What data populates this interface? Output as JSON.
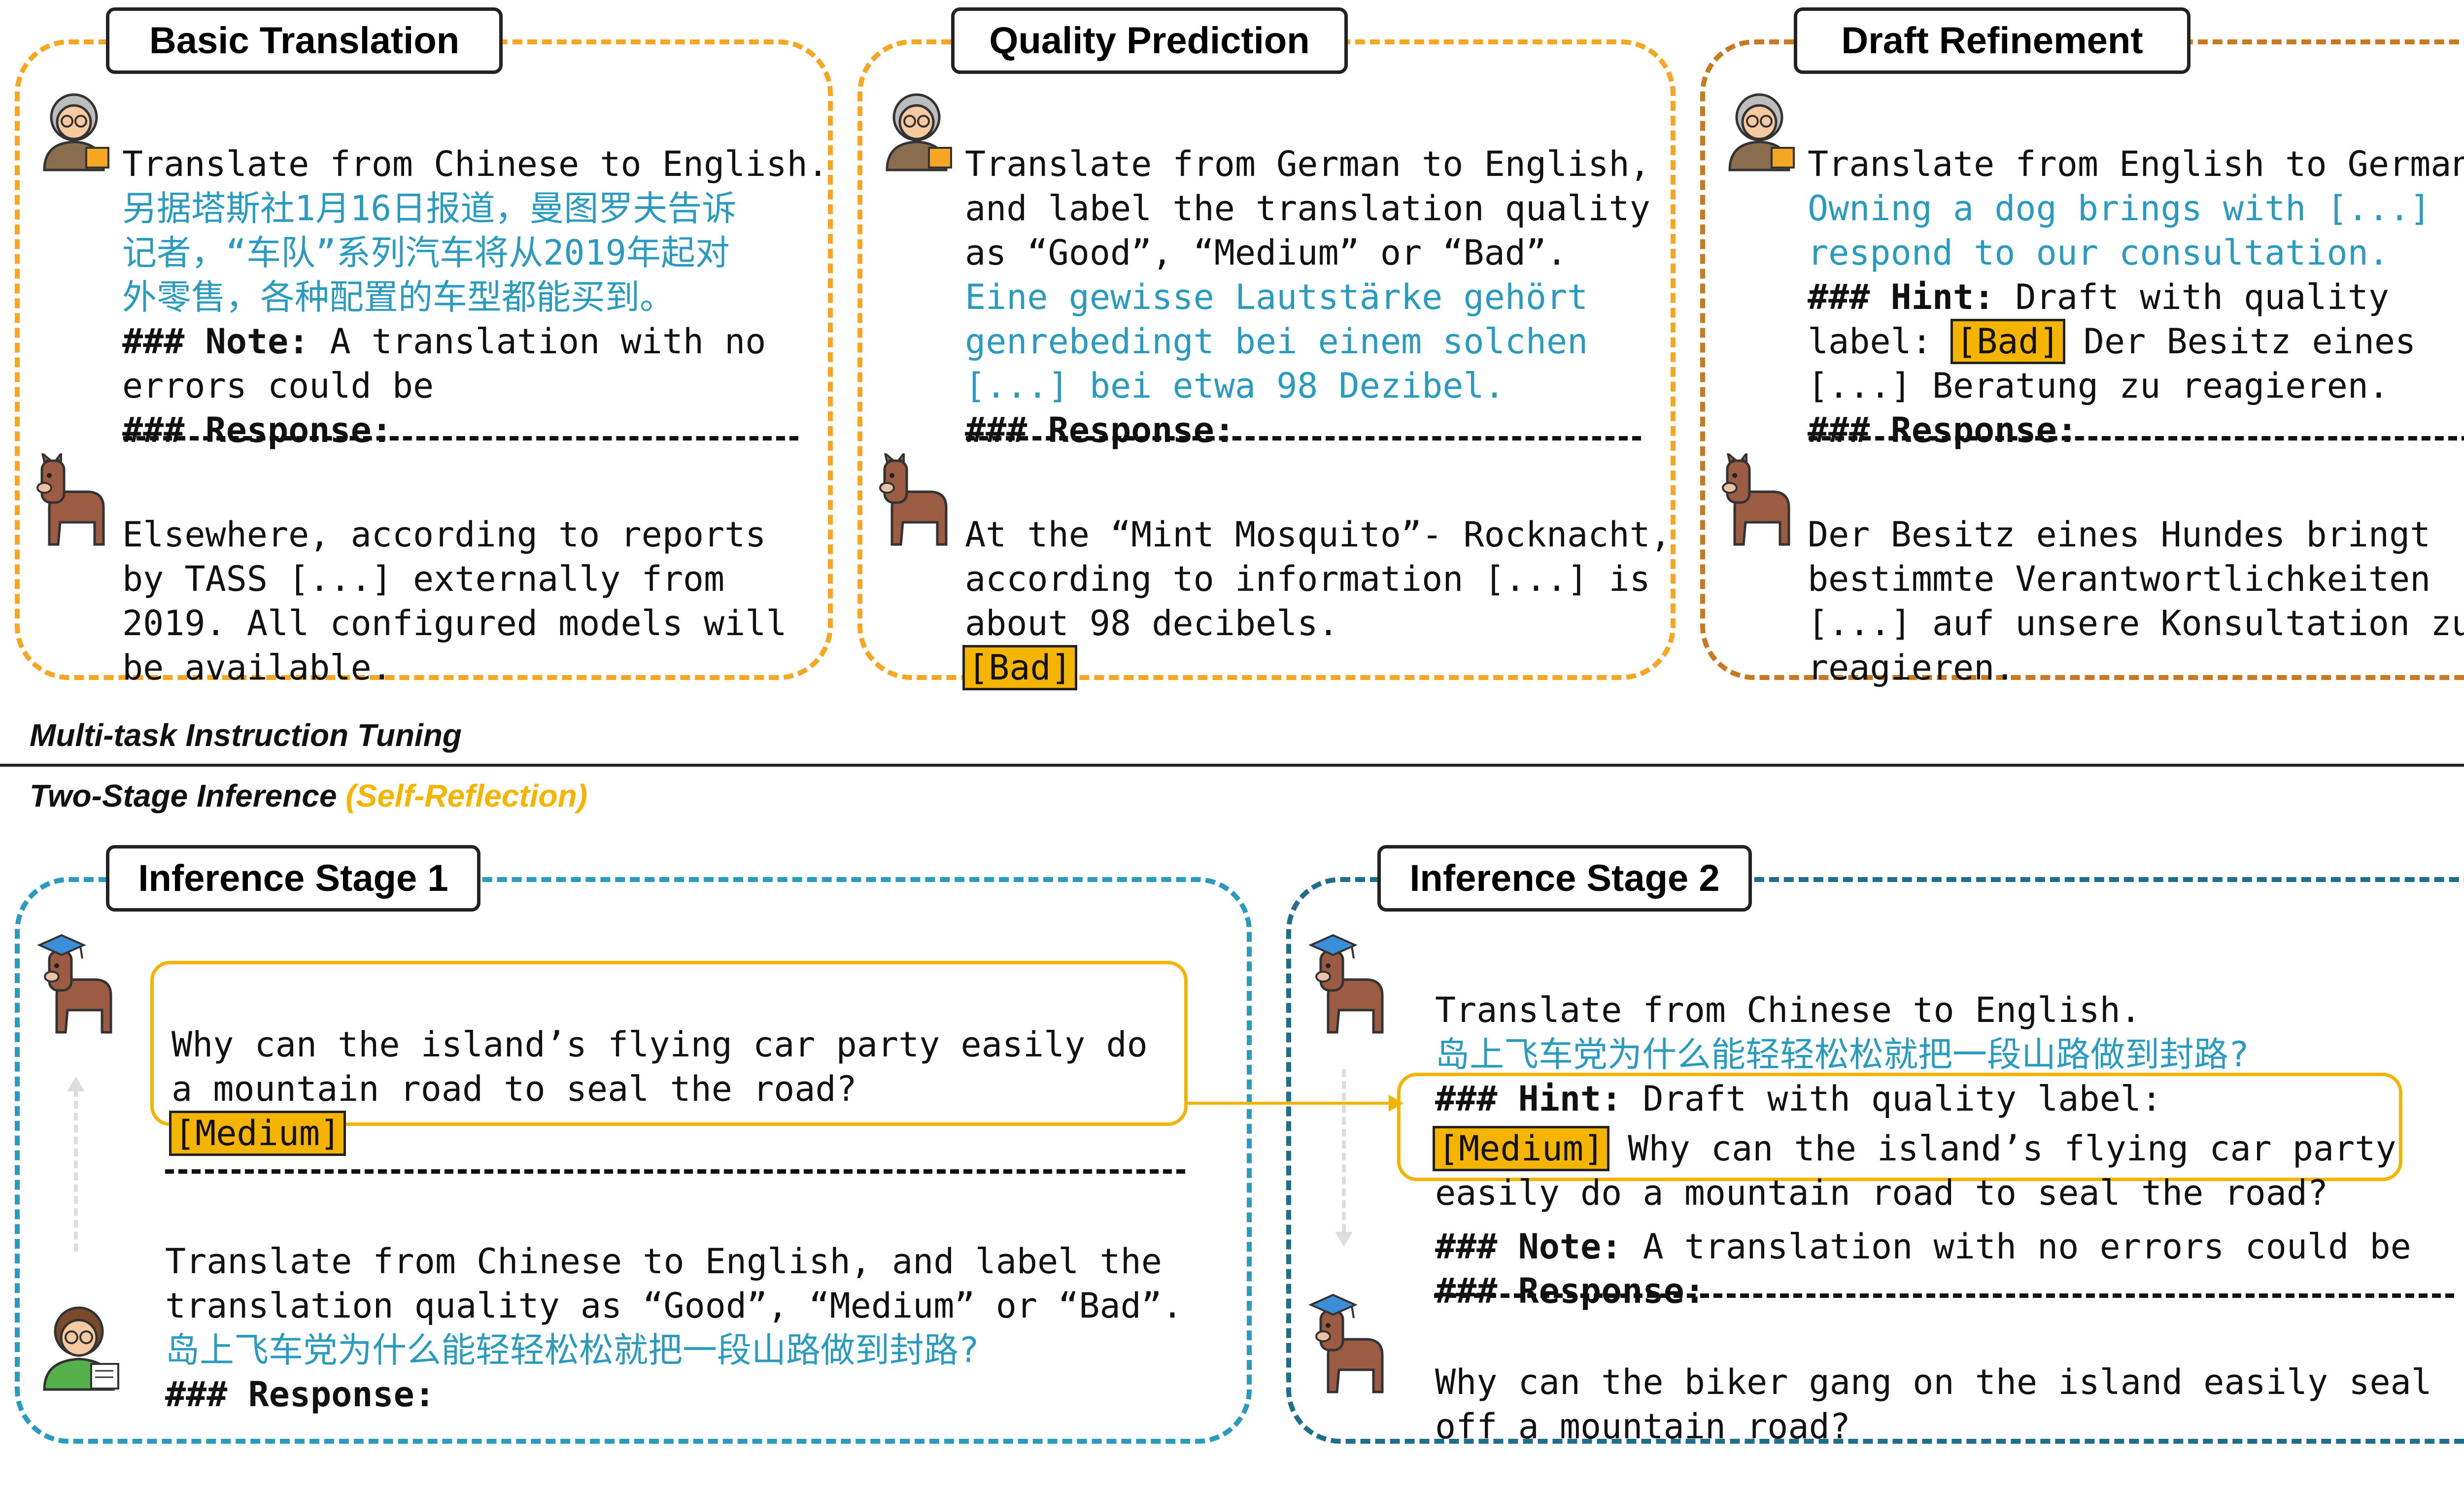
{
  "panels": {
    "basic": {
      "title": "Basic Translation",
      "prompt_line1": "Translate from Chinese to English.",
      "source_l1": "另据塔斯社1月16日报道，曼图罗夫告诉",
      "source_l2": "记者，“车队”系列汽车将从2019年起对",
      "source_l3": "外零售，各种配置的车型都能买到。",
      "note_key": "### Note:",
      "note_val_l1": " A translation with no",
      "note_val_l2": "errors could be",
      "response": "### Response:",
      "out_l1": "Elsewhere, according to reports",
      "out_l2": "by TASS [...] externally from",
      "out_l3": "2019. All configured models will",
      "out_l4": "be available."
    },
    "quality": {
      "title": "Quality Prediction",
      "prompt_l1": "Translate from German to English,",
      "prompt_l2": "and label the translation quality",
      "prompt_l3": "as “Good”, “Medium” or “Bad”.",
      "source_l1": "Eine gewisse Lautstärke gehört",
      "source_l2": "genrebedingt bei einem solchen",
      "source_l3": "[...] bei etwa 98 Dezibel.",
      "response": "### Response:",
      "out_l1": "At the “Mint Mosquito”- Rocknacht,",
      "out_l2": "according to information [...] is",
      "out_l3": "about 98 decibels.",
      "out_label": "[Bad]"
    },
    "draft": {
      "title": "Draft Refinement",
      "prompt_l1": "Translate from English to German.",
      "source_l1": "Owning a dog brings with [...]",
      "source_l2": "respond to our consultation.",
      "hint_key": "### Hint:",
      "hint_val": " Draft with quality",
      "label_prefix": "label: ",
      "label_tag": "[Bad]",
      "label_suffix": " Der Besitz eines",
      "draft_l2": "[...] Beratung zu reagieren.",
      "response": "### Response:",
      "out_l1": "Der Besitz eines Hundes bringt",
      "out_l2": "bestimmte Verantwortlichkeiten",
      "out_l3": "[...] auf unsere Konsultation zu",
      "out_l4": "reagieren."
    },
    "stage1": {
      "title": "Inference Stage 1",
      "out_l1": "Why can the island’s flying car party easily do",
      "out_l2": "a mountain road to seal the road?",
      "out_label": "[Medium]",
      "prompt_l1": "Translate from Chinese to English, and label the",
      "prompt_l2": "translation quality as “Good”, “Medium” or “Bad”.",
      "source": "岛上飞车党为什么能轻轻松松就把一段山路做到封路?",
      "response": "### Response:"
    },
    "stage2": {
      "title": "Inference Stage 2",
      "prompt_l1": "Translate from Chinese to English.",
      "source": "岛上飞车党为什么能轻轻松松就把一段山路做到封路?",
      "hint_key": "### Hint:",
      "hint_val": " Draft with quality label:",
      "draft_tag": "[Medium]",
      "draft_l1": " Why can the island’s flying car party",
      "draft_l2": "easily do a mountain road to seal the road?",
      "note_key": "### Note:",
      "note_val": " A translation with no errors could be",
      "response": "### Response:",
      "out_l1": "Why can the biker gang on the island easily seal",
      "out_l2": "off a mountain road?"
    }
  },
  "section_labels": {
    "multitask": "Multi-task Instruction Tuning",
    "two_stage": "Two-Stage Inference",
    "self_reflection": "(Self-Reflection)"
  },
  "colors": {
    "orange": "#F5A623",
    "brown_orange": "#C87A22",
    "teal": "#2A9BBE",
    "dark_teal": "#1F6E8C",
    "highlight": "#F5B400",
    "cjk_text": "#2A9BBE"
  },
  "icons": [
    "old-user-icon",
    "llama-icon",
    "graduated-llama-icon",
    "student-user-icon"
  ]
}
